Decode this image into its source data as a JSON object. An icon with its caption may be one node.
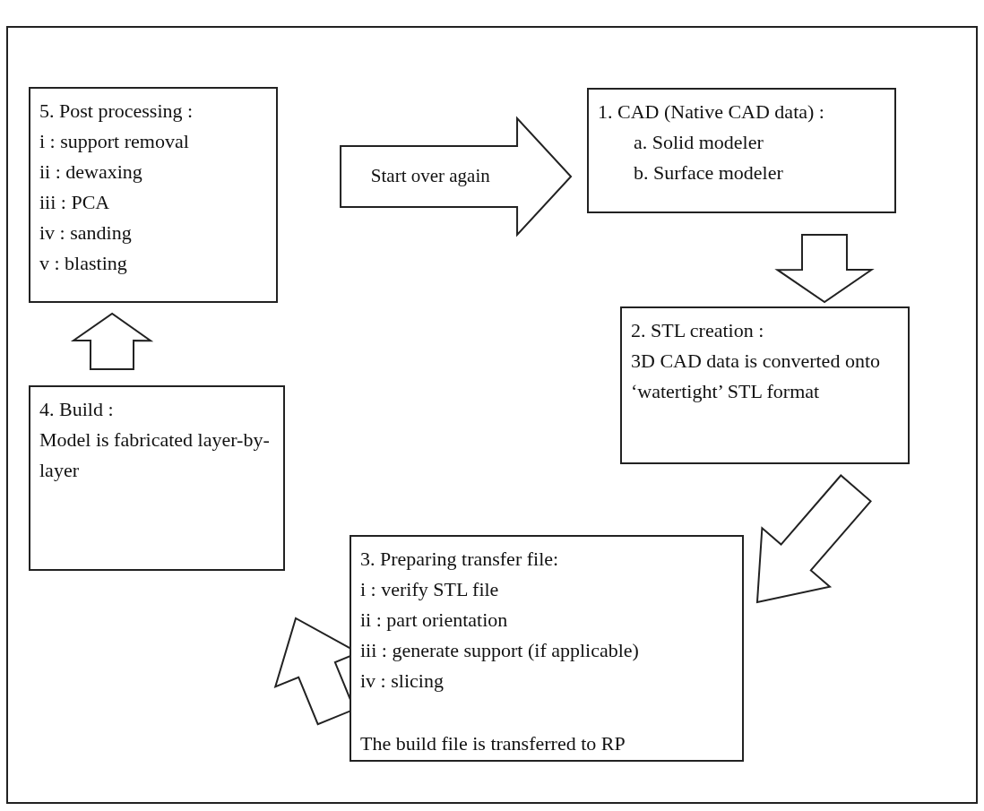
{
  "diagram": {
    "nodes": [
      {
        "text": [
          "5. Post processing :",
          "i : support removal",
          "ii : dewaxing",
          "iii : PCA",
          "iv : sanding",
          "v : blasting"
        ]
      },
      {
        "text": [
          "1. CAD (Native CAD data) :",
          "a. Solid modeler",
          "b. Surface modeler"
        ]
      },
      {
        "text": [
          "2. STL creation :",
          "3D CAD data is converted onto ‘watertight’ STL format"
        ]
      },
      {
        "text": [
          "4. Build :",
          "Model is fabricated layer-by-layer"
        ]
      },
      {
        "text": [
          "3. Preparing transfer file:",
          "i : verify STL file",
          "ii : part orientation",
          "iii : generate support (if applicable)",
          "iv : slicing",
          "The build file is transferred to RP"
        ]
      }
    ],
    "edges": [
      {
        "from": 0,
        "to": 1,
        "arrow": "to",
        "label": "Start over again"
      },
      {
        "from": 1,
        "to": 2,
        "arrow": "to"
      },
      {
        "from": 2,
        "to": 4,
        "arrow": "to"
      },
      {
        "from": 4,
        "to": 3,
        "arrow": "to"
      },
      {
        "from": 3,
        "to": 0,
        "arrow": "to"
      }
    ]
  }
}
